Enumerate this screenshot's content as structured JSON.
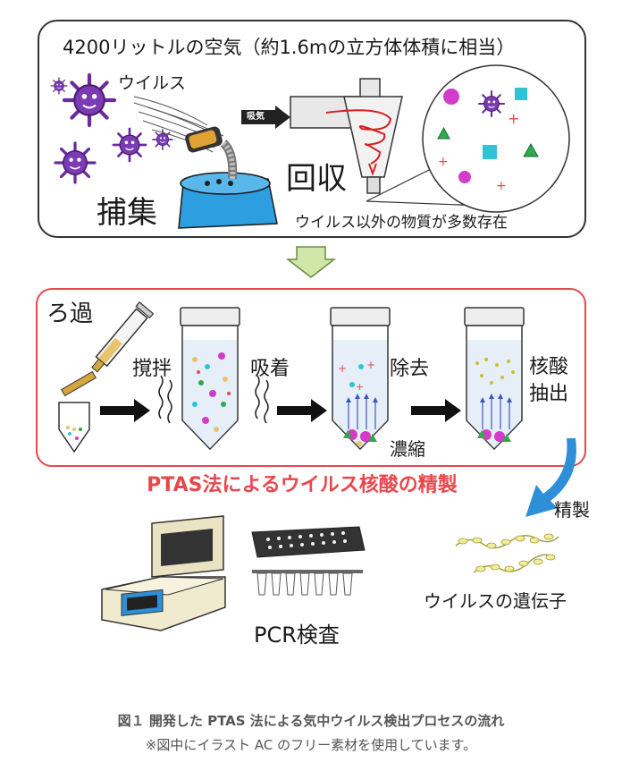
{
  "top_panel": {
    "title": "4200リットルの空気（約1.6mの立方体体積に相当）",
    "virus_label": "ウイルス",
    "capture_label": "捕集",
    "intake_label": "吸気",
    "recover_label": "回収",
    "other_substances_label": "ウイルス以外の物質が多数存在"
  },
  "purification_panel": {
    "filter_label": "ろ過",
    "stir_label": "撹拌",
    "adsorb_label": "吸着",
    "remove_label": "除去",
    "concentrate_label": "濃縮",
    "extract_label_line1": "核酸",
    "extract_label_line2": "抽出",
    "title": "PTAS法によるウイルス核酸の精製"
  },
  "bottom": {
    "purify_label": "精製",
    "pcr_label": "PCR検査",
    "gene_label": "ウイルスの遺伝子"
  },
  "caption": {
    "line1": "図１ 開発した PTAS 法による気中ウイルス検出プロセスの流れ",
    "line2": "※図中にイラスト AC のフリー素材を使用しています。"
  },
  "colors": {
    "virus": "#6a2c9c",
    "red_accent": "#e8474c",
    "cyan": "#2ec4d6",
    "green": "#2fa84f",
    "magenta": "#d23cc8",
    "blue_device": "#2d8fd8",
    "light_green_arrow": "#cfe8a9"
  }
}
